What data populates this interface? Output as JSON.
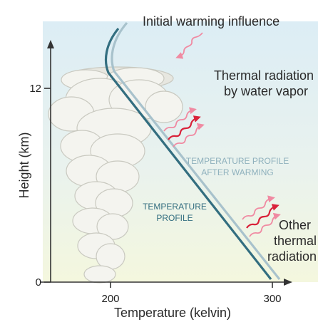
{
  "diagram": {
    "y_axis": {
      "label": "Height (km)",
      "ticks": [
        "0",
        "12"
      ]
    },
    "x_axis": {
      "label": "Temperature (kelvin)",
      "ticks": [
        "200",
        "300"
      ]
    },
    "labels": {
      "initial_warming": "Initial warming influence",
      "thermal_radiation_line1": "Thermal radiation",
      "thermal_radiation_line2": "by water vapor",
      "after_warming_line1": "TEMPERATURE PROFILE",
      "after_warming_line2": "AFTER WARMING",
      "profile_line1": "TEMPERATURE",
      "profile_line2": "PROFILE",
      "other_line1": "Other",
      "other_line2": "thermal",
      "other_line3": "radiation"
    },
    "colors": {
      "profile": "#336e80",
      "profile_after_warming": "#a8c2cc",
      "radiation_arrow_strong": "#d9223a",
      "radiation_arrow_faint": "#f08aa2",
      "cloud": "#f3f3ee",
      "background_gradient_top": "#d9ecf4",
      "background_gradient_bottom": "#f3f6dc"
    }
  }
}
